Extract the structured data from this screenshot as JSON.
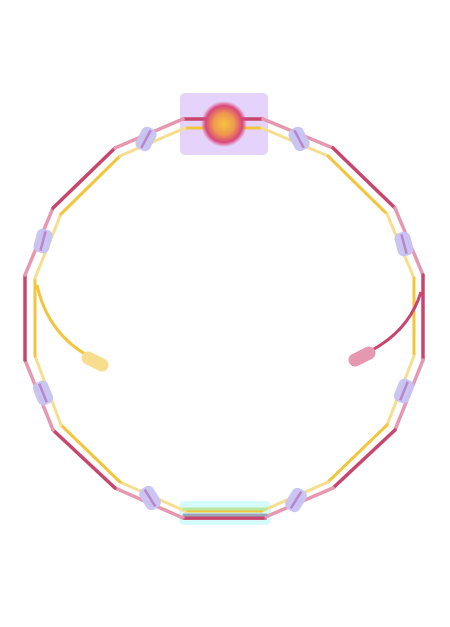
{
  "diagram": {
    "background": "#ffffff",
    "colors": {
      "outer_ring_dark": "#c8466e",
      "outer_ring_light": "#e698b0",
      "inner_ring_dark": "#f2c53d",
      "inner_ring_light": "#f7dd8e",
      "magnet_fill": "#c7c3f3",
      "magnet_stroke": "#a8a2ea",
      "magnet_core": "#b36bb5",
      "source_box": "#e6d3fb",
      "source_glow_outer": "#d9477a",
      "source_glow_inner": "#f6c23e",
      "target_box": "#d6fbfc",
      "target_band_green": "#b9e6a2",
      "target_band_gray": "#9aa6b8",
      "injector_left": "#f7dd8e",
      "injector_right": "#e698b0"
    },
    "components": [
      "source-block",
      "outer-ring",
      "inner-ring",
      "ring-magnet",
      "injection-stub-left",
      "injection-stub-right",
      "target-block"
    ]
  }
}
